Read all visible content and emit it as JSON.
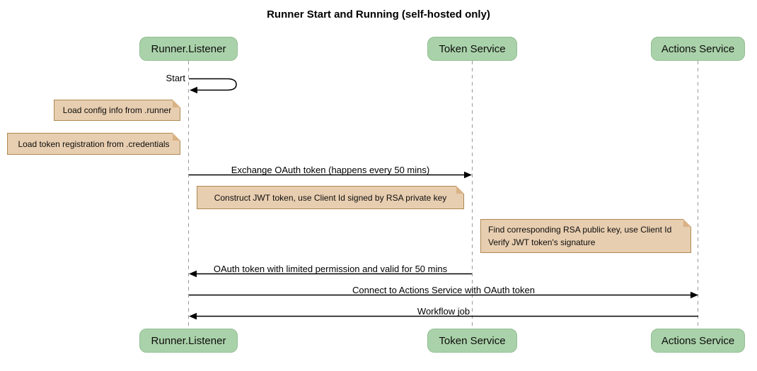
{
  "title": "Runner Start and Running (self-hosted only)",
  "participants": [
    {
      "label": "Runner.Listener"
    },
    {
      "label": "Token Service"
    },
    {
      "label": "Actions Service"
    }
  ],
  "messages": {
    "start": "Start",
    "exchange": "Exchange OAuth token (happens every 50 mins)",
    "oauth_return": "OAuth token with limited permission and valid for 50 mins",
    "connect": "Connect to Actions Service with OAuth token",
    "workflow": "Workflow job"
  },
  "notes": {
    "load_config": "Load config info from .runner",
    "load_token": "Load token registration from .credentials",
    "construct_jwt": "Construct JWT token, use Client Id signed by RSA private key",
    "find_rsa": {
      "line1": "Find corresponding RSA public key, use Client Id",
      "line2": "Verify JWT token's signature"
    }
  },
  "colors": {
    "background": "#ffffff",
    "participant_fill": "#aad2aa",
    "participant_border": "#93be93",
    "note_fill": "#e8ceb0",
    "note_border": "#ae8852",
    "note_fold": "#d9b285",
    "lifeline": "#999999",
    "arrow": "#000000"
  }
}
